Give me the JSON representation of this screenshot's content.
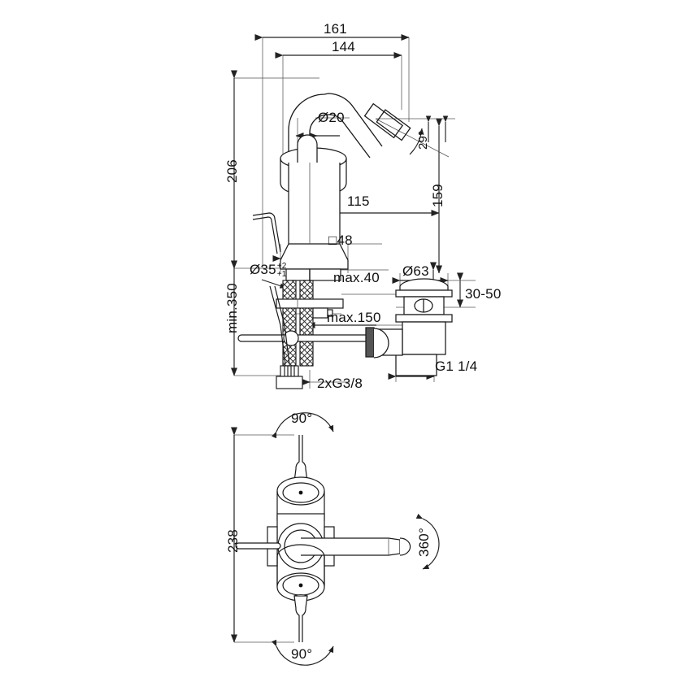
{
  "drawing": {
    "type": "technical-dimension-drawing",
    "subject": "single-lever bidet mixer tap with pop-up waste",
    "units": "mm",
    "views": [
      {
        "name": "elevation-front-view",
        "position": "top"
      },
      {
        "name": "plan-top-view",
        "position": "bottom"
      }
    ]
  },
  "elevation": {
    "dimensions": {
      "overall_spout_reach": "161",
      "spout_reach_inner": "144",
      "body_height": "206",
      "spout_outlet_height": "159",
      "spout_outlet_offset": "115",
      "spout_tube_diameter": "Ø20",
      "body_base_width": "□48",
      "mounting_hole_diameter": "Ø35",
      "mounting_hole_tol_upper": "+2",
      "mounting_hole_tol_lower": "+1",
      "deck_thickness_max": "max.40",
      "supply_hose_length": "min.350",
      "rod_linkage_max": "max.150",
      "supply_connection": "2xG3/8",
      "spout_angle": "29°"
    }
  },
  "waste": {
    "dimensions": {
      "cap_diameter": "Ø63",
      "basin_thickness_range": "30-50",
      "outlet_thread": "G1 1/4"
    }
  },
  "plan": {
    "dimensions": {
      "overall_length": "238",
      "lever_swivel_up": "90°",
      "lever_swivel_down": "90°",
      "spout_rotation": "360°"
    }
  },
  "style": {
    "line_color": "#1a1a1a",
    "dim_line_color": "#333333",
    "background": "#ffffff"
  }
}
